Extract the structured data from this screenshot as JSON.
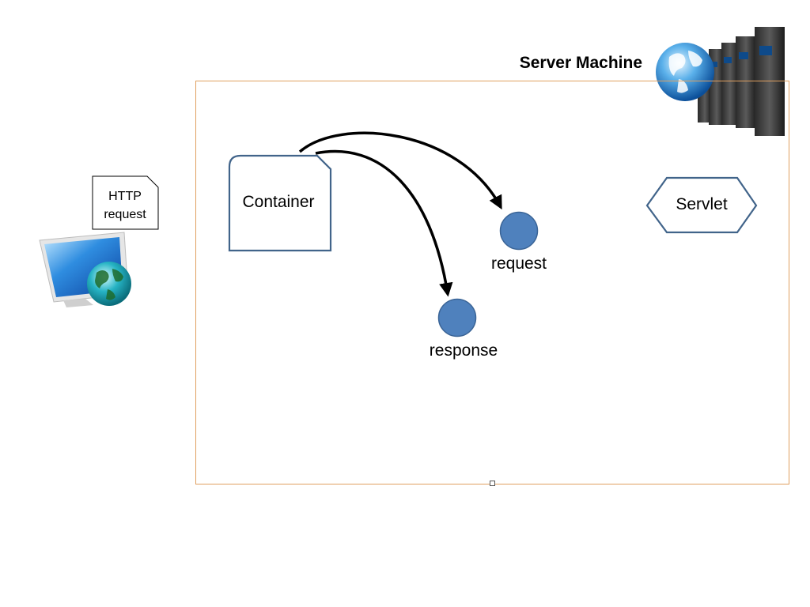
{
  "diagram": {
    "server_title": "Server Machine",
    "http_request": [
      "HTTP",
      "request"
    ],
    "container": "Container",
    "servlet": "Servlet",
    "request_label": "request",
    "response_label": "response"
  },
  "colors": {
    "server_border": "#e0a060",
    "shape_stroke": "#41648a",
    "object_fill": "#4f81bd",
    "object_stroke": "#3a6496",
    "arrow": "#000000"
  },
  "icons": {
    "client": "computer-globe-icon",
    "server": "server-rack-globe-icon"
  }
}
